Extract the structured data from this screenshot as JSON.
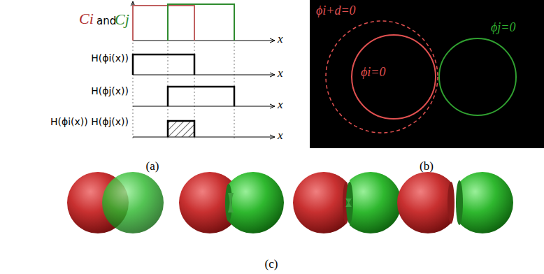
{
  "diagram": {
    "labels": [
      "Ci",
      "and",
      "Cj",
      "x",
      "H(ϕi(x))",
      "x",
      "H(ϕj(x))",
      "x",
      "H(ϕi(x)) H(ϕj(x))",
      "x",
      "(a)",
      "ϕi+d=0",
      "ϕi=0",
      "ϕj=0",
      "(b)",
      "(c)"
    ]
  }
}
